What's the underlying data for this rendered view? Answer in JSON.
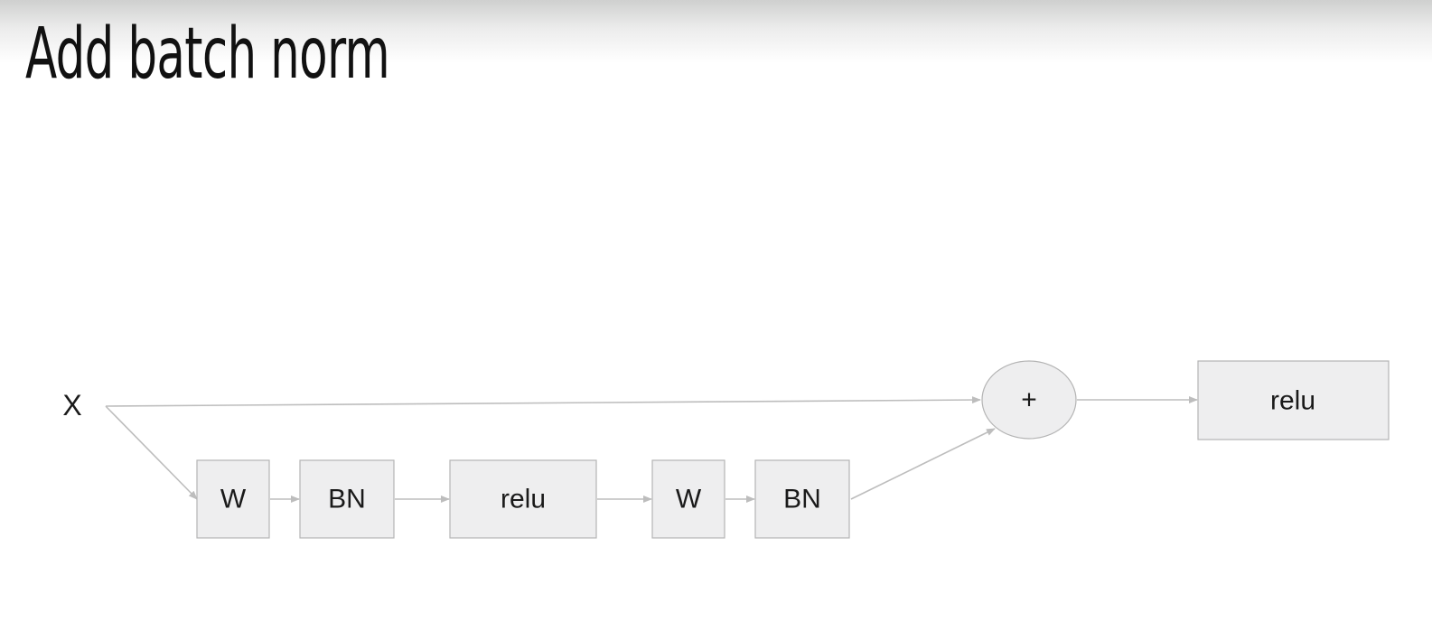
{
  "title": "Add batch norm",
  "diagram": {
    "input_label": "X",
    "main_path": [
      {
        "label": "W"
      },
      {
        "label": "BN"
      },
      {
        "label": "relu"
      },
      {
        "label": "W"
      },
      {
        "label": "BN"
      }
    ],
    "sum_node": {
      "label": "+"
    },
    "output_node": {
      "label": "relu"
    }
  },
  "colors": {
    "node_fill": "#eeeeef",
    "node_border": "#b4b4b4",
    "edge": "#bdbdbd",
    "text": "#1a1a1a"
  }
}
